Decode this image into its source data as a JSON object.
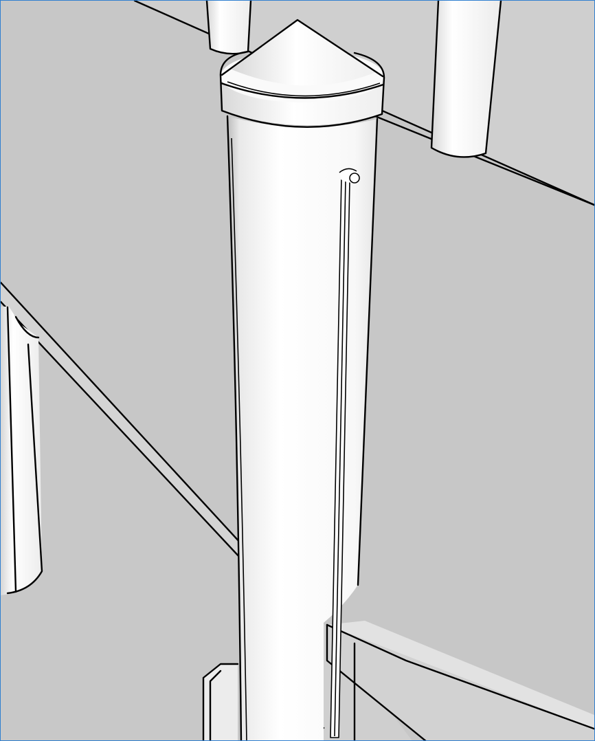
{
  "viewport": {
    "background_color": "#cfcfcf",
    "frame_color": "#2f7fd0",
    "surface_color": "#c8c8c8",
    "object_color": "#ffffff",
    "edge_color": "#000000"
  },
  "scene": {
    "objects": [
      "floor-plane-upper-left",
      "floor-plane-right",
      "floor-plane-lower-left",
      "background-pillar",
      "right-pillar",
      "left-pillar",
      "main-column",
      "cone-cap",
      "cap-ring",
      "rod",
      "rod-knob",
      "beam-left",
      "beam-right",
      "base-bracket"
    ]
  }
}
